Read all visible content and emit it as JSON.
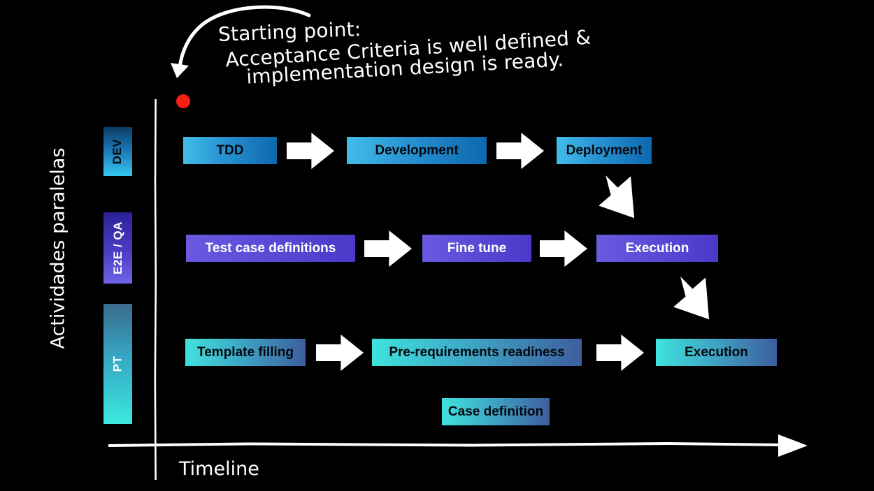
{
  "annotation": {
    "line1": "Starting point:",
    "line2": "Acceptance Criteria is well defined &",
    "line3": "implementation design is ready.",
    "arrow_icon": "curved-arrow-icon",
    "marker_icon": "start-point-dot",
    "marker_color": "#f41e12"
  },
  "axes": {
    "y_label": "Actividades paralelas",
    "x_label": "Timeline",
    "x_arrow_icon": "timeline-arrowhead-icon",
    "axis_color": "#ffffff"
  },
  "lanes": [
    {
      "key": "dev",
      "label": "DEV",
      "color": "#1a74b5",
      "text_color": "#04070c"
    },
    {
      "key": "qa",
      "label": "E2E / QA",
      "color": "#4b3dc4",
      "text_color": "#ffffff"
    },
    {
      "key": "pt",
      "label": "PT",
      "color": "#35a8c4",
      "text_color": "#ffffff"
    }
  ],
  "rows": {
    "dev": {
      "tasks": [
        {
          "label": "TDD"
        },
        {
          "label": "Development"
        },
        {
          "label": "Deployment"
        }
      ]
    },
    "qa": {
      "tasks": [
        {
          "label": "Test case definitions"
        },
        {
          "label": "Fine tune"
        },
        {
          "label": "Execution"
        }
      ]
    },
    "pt": {
      "tasks": [
        {
          "label": "Template filling"
        },
        {
          "label": "Pre-requirements readiness"
        },
        {
          "label": "Execution"
        },
        {
          "label": "Case definition"
        }
      ]
    }
  },
  "connectors": [
    {
      "name": "dev-to-qa",
      "icon": "diagonal-arrow-icon"
    },
    {
      "name": "qa-to-pt",
      "icon": "diagonal-arrow-icon"
    }
  ]
}
